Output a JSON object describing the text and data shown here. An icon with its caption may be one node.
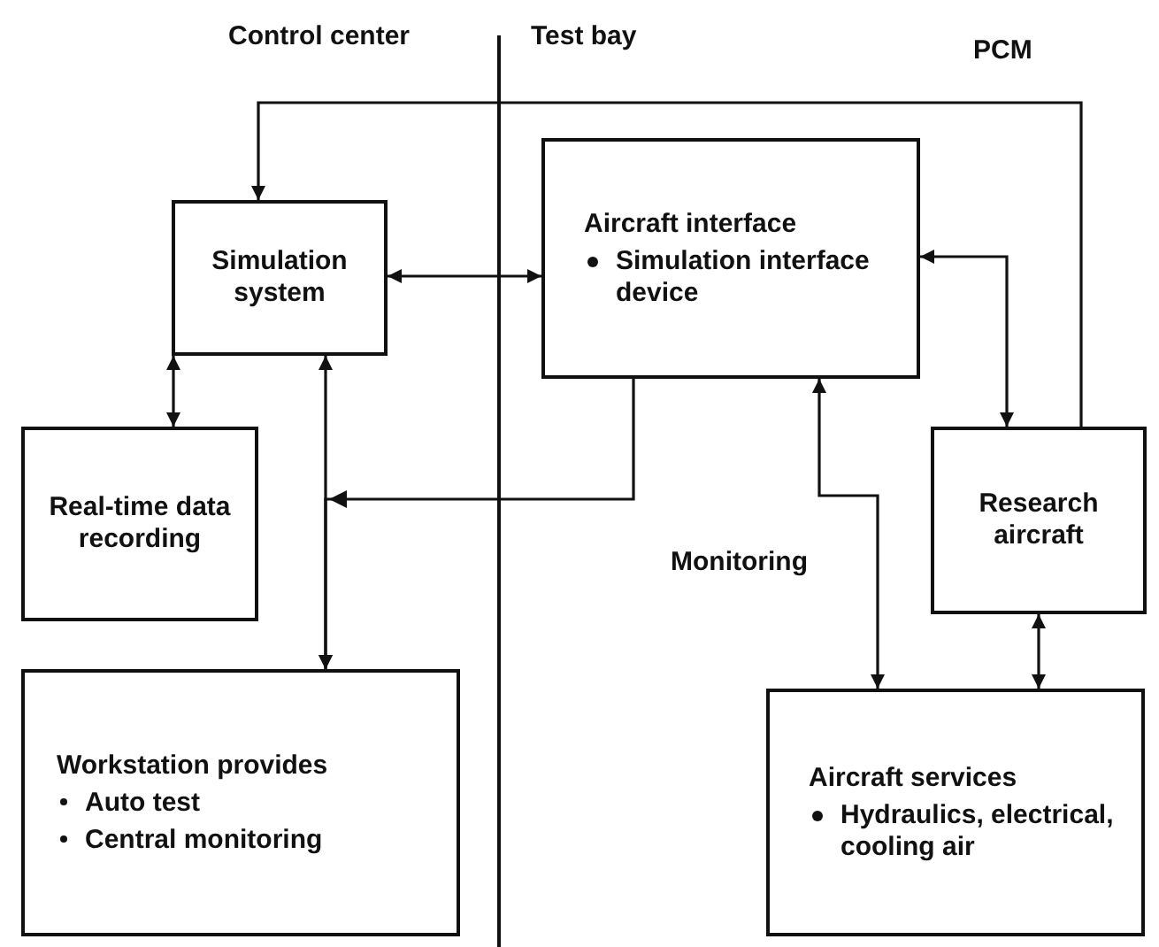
{
  "diagram": {
    "nodes": [
      {
        "text": [
          "Simulation system"
        ]
      },
      {
        "text": [
          "Aircraft interface",
          "Simulation interface device"
        ]
      },
      {
        "text": [
          "Real-time data recording"
        ]
      },
      {
        "text": [
          "Research aircraft"
        ]
      },
      {
        "text": [
          "Workstation provides",
          "Auto test",
          "Central monitoring"
        ]
      },
      {
        "text": [
          "Aircraft services",
          "Hydraulics, electrical, cooling air"
        ]
      }
    ],
    "edges": [
      {
        "from": 3,
        "to": 0,
        "arrow": "to",
        "label": "PCM"
      },
      {
        "from": 0,
        "to": 1,
        "arrow": "both"
      },
      {
        "from": 1,
        "to": 3,
        "arrow": "both"
      },
      {
        "from": 0,
        "to": 2,
        "arrow": "both"
      },
      {
        "from": 0,
        "to": 4,
        "arrow": "both"
      },
      {
        "from": 1,
        "to": 4,
        "arrow": "to"
      },
      {
        "from": 1,
        "to": 5,
        "arrow": "both",
        "label": "Monitoring"
      },
      {
        "from": 3,
        "to": 5,
        "arrow": "both"
      }
    ],
    "labels": [
      "Control center",
      "Test bay"
    ]
  }
}
